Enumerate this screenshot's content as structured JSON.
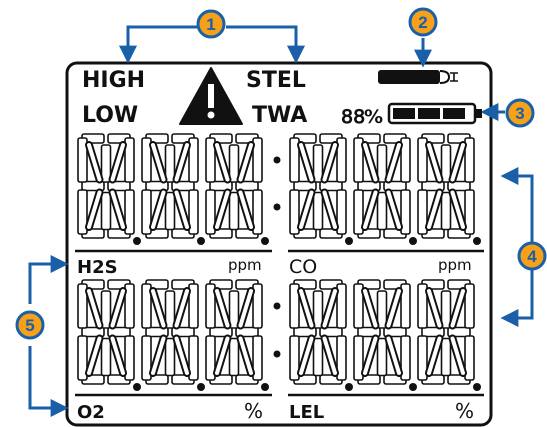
{
  "callouts": [
    "1",
    "2",
    "3",
    "4",
    "5"
  ],
  "indicators": {
    "high": "HIGH",
    "low": "LOW",
    "stel": "STEL",
    "twa": "TWA",
    "percent_digits": "88",
    "percent_sign": "%",
    "warning_icon": "warning-triangle-icon",
    "pump_icon": "pump-bar-icon",
    "battery_icon": "battery-icon"
  },
  "channels": {
    "h2s": {
      "name": "H2S",
      "unit": "ppm"
    },
    "co": {
      "name": "CO",
      "unit": "ppm"
    },
    "o2": {
      "name": "O2",
      "unit": "%"
    },
    "lel": {
      "name": "LEL",
      "unit": "%"
    }
  },
  "colors": {
    "accent": "#1a5fa8",
    "callout_fill": "#f7a11a",
    "lcd": "#111111"
  }
}
